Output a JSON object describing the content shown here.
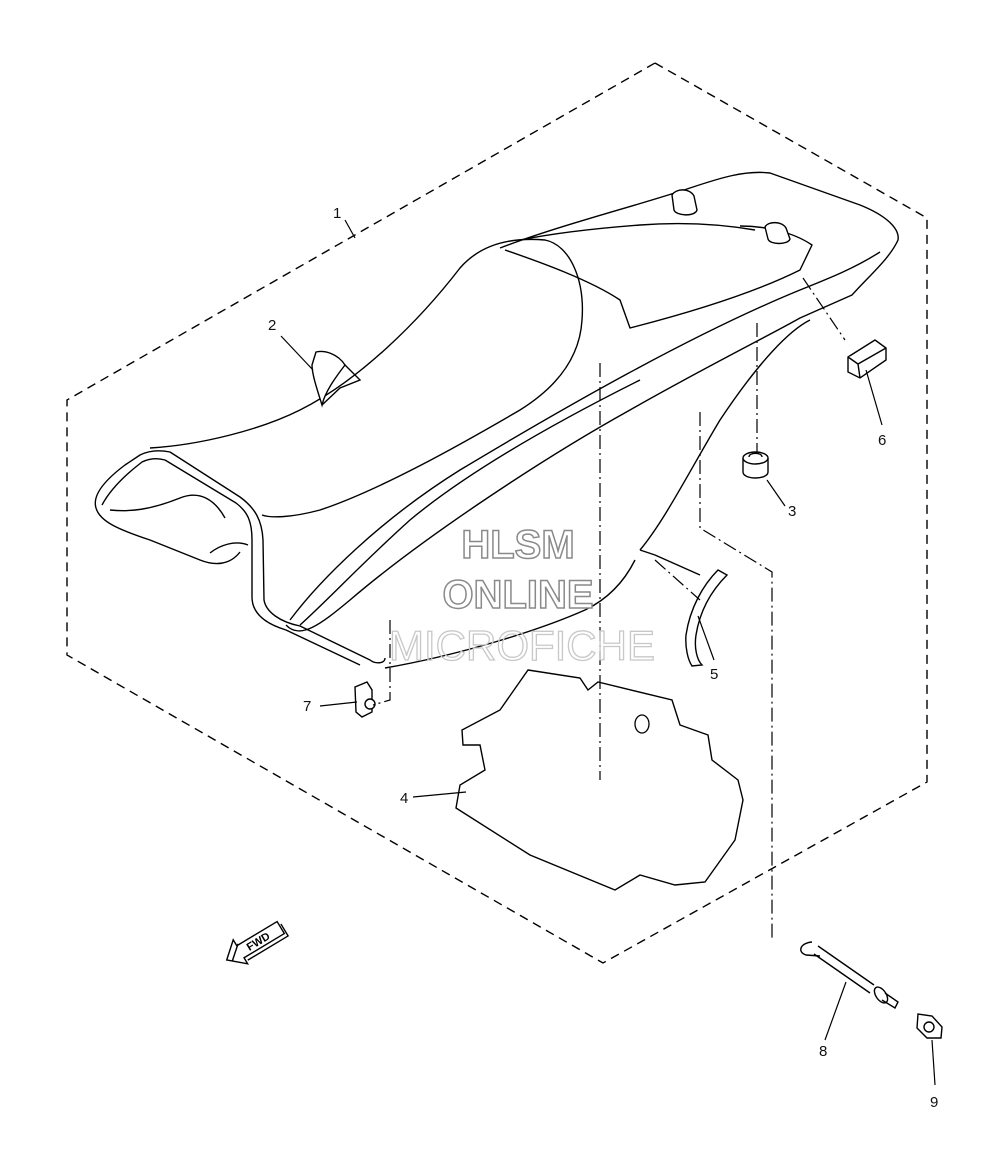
{
  "diagram": {
    "callouts": {
      "p1": "1",
      "p2": "2",
      "p3": "3",
      "p4": "4",
      "p5": "5",
      "p6": "6",
      "p7": "7",
      "p8": "8",
      "p9": "9"
    },
    "direction_arrow": "FWD",
    "watermark": [
      "HLSM",
      "ONLINE",
      "MICROFICHE"
    ]
  }
}
